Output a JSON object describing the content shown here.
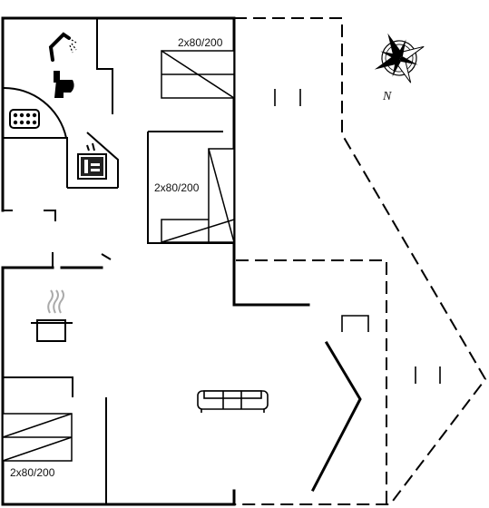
{
  "rooms": {
    "bedroom_top_bed_label": "2x80/200",
    "bedroom_middle_bed_label": "2x80/200",
    "bedroom_bottom_bed_label": "2x80/200"
  },
  "compass": {
    "north_label": "N"
  },
  "icons": {
    "shower": "shower-icon",
    "toilet": "toilet-icon",
    "whirlpool": "whirlpool-tub-icon",
    "sauna": "sauna-icon",
    "cooking_pot": "cooking-pot-icon",
    "sofa": "sofa-icon",
    "compass": "compass-rose-icon"
  },
  "colors": {
    "wall": "#000000",
    "background": "#ffffff"
  }
}
